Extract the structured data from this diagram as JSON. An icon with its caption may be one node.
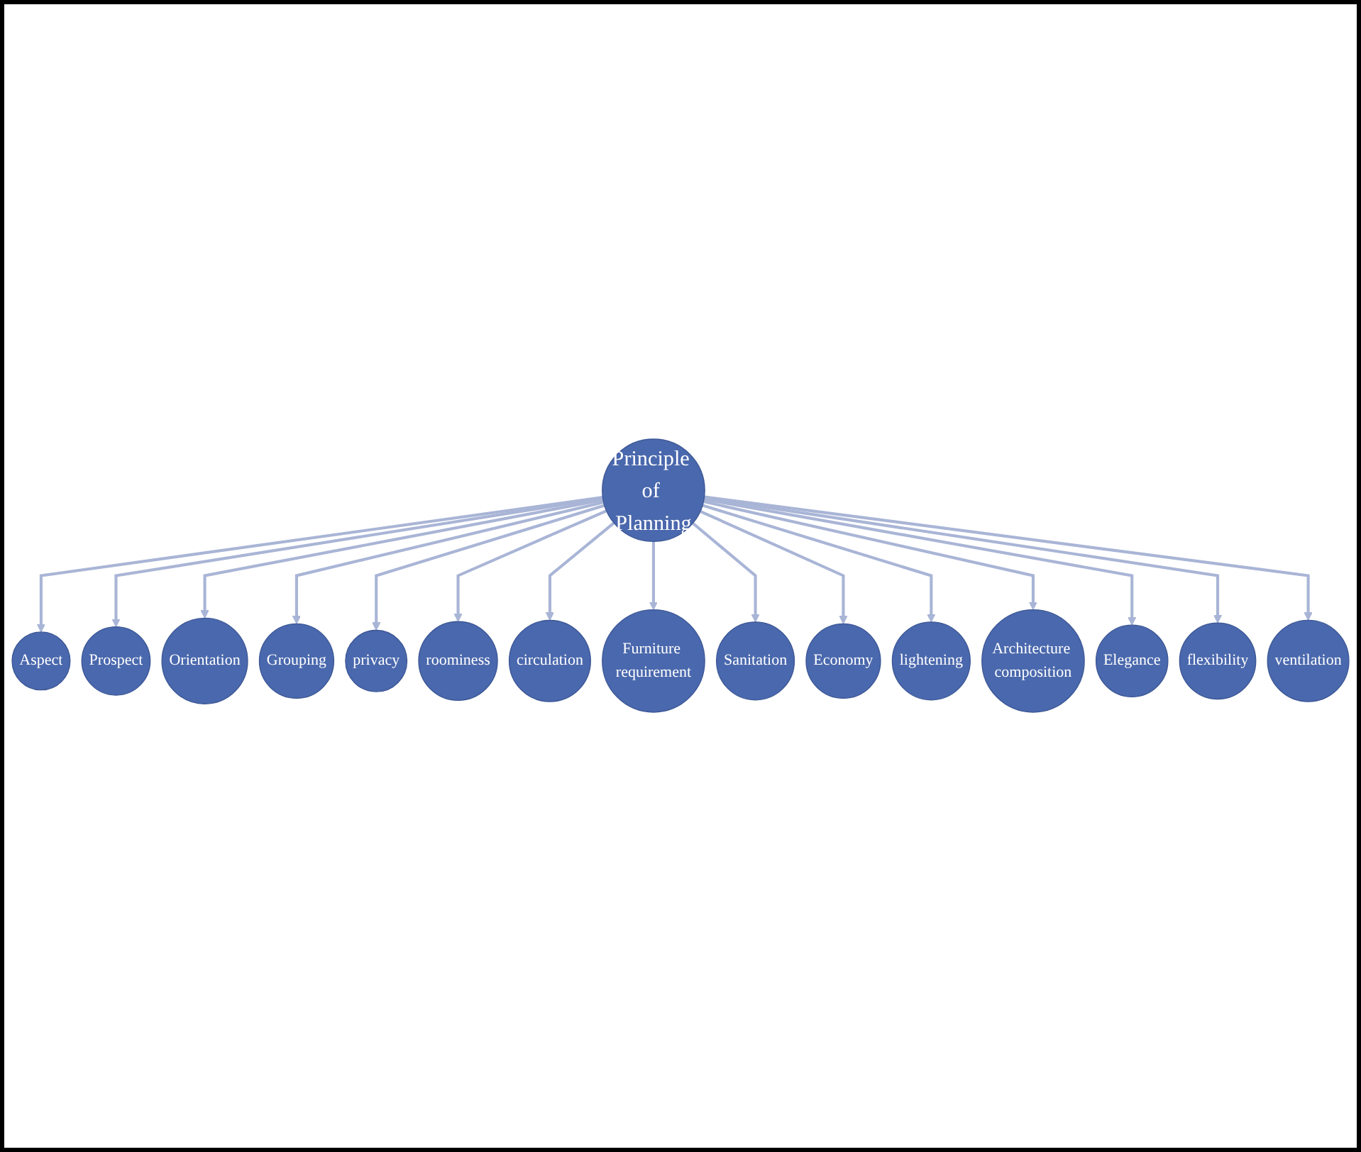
{
  "diagram": {
    "nodes": [
      {
        "text": [
          "Principle of Planning"
        ]
      },
      {
        "text": [
          "Aspect"
        ]
      },
      {
        "text": [
          "Prospect"
        ]
      },
      {
        "text": [
          "Orientation"
        ]
      },
      {
        "text": [
          "Grouping"
        ]
      },
      {
        "text": [
          "privacy"
        ]
      },
      {
        "text": [
          "roominess"
        ]
      },
      {
        "text": [
          "circulation"
        ]
      },
      {
        "text": [
          "Furniture requirement"
        ]
      },
      {
        "text": [
          "Sanitation"
        ]
      },
      {
        "text": [
          "Economy"
        ]
      },
      {
        "text": [
          "lightening"
        ]
      },
      {
        "text": [
          "Architecture composition"
        ]
      },
      {
        "text": [
          "Elegance"
        ]
      },
      {
        "text": [
          "flexibility"
        ]
      },
      {
        "text": [
          "ventilation"
        ]
      }
    ],
    "edges": [
      {
        "from": 0,
        "to": 1,
        "arrow": "to"
      },
      {
        "from": 0,
        "to": 2,
        "arrow": "to"
      },
      {
        "from": 0,
        "to": 3,
        "arrow": "to"
      },
      {
        "from": 0,
        "to": 4,
        "arrow": "to"
      },
      {
        "from": 0,
        "to": 5,
        "arrow": "to"
      },
      {
        "from": 0,
        "to": 6,
        "arrow": "to"
      },
      {
        "from": 0,
        "to": 7,
        "arrow": "to"
      },
      {
        "from": 0,
        "to": 8,
        "arrow": "to"
      },
      {
        "from": 0,
        "to": 9,
        "arrow": "to"
      },
      {
        "from": 0,
        "to": 10,
        "arrow": "to"
      },
      {
        "from": 0,
        "to": 11,
        "arrow": "to"
      },
      {
        "from": 0,
        "to": 12,
        "arrow": "to"
      },
      {
        "from": 0,
        "to": 13,
        "arrow": "to"
      },
      {
        "from": 0,
        "to": 14,
        "arrow": "to"
      },
      {
        "from": 0,
        "to": 15,
        "arrow": "to"
      }
    ]
  }
}
